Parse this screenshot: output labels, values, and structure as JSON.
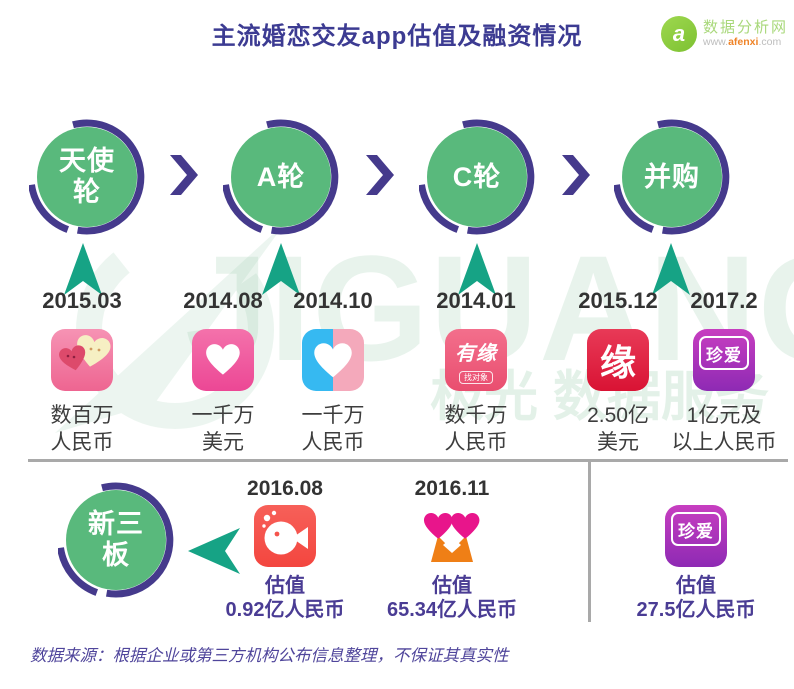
{
  "title": "主流婚恋交友app估值及融资情况",
  "logo": {
    "mark": "a",
    "brand": "数据分析网",
    "url_prefix": "www.",
    "url_name": "afenxi",
    "url_suffix": ".com"
  },
  "rounds": [
    {
      "label": "天使\n轮"
    },
    {
      "label": "A轮"
    },
    {
      "label": "C轮"
    },
    {
      "label": "并购"
    }
  ],
  "timeline": {
    "columns": [
      {
        "date": "2015.03",
        "app": "two-hearts-app",
        "amount": "数百万\n人民币"
      },
      {
        "date": "2014.08",
        "app": "pink-heart-app",
        "amount": "一千万\n美元"
      },
      {
        "date": "2014.10",
        "app": "blue-pink-heart-app",
        "amount": "一千万\n人民币"
      },
      {
        "date": "2014.01",
        "app": "youyuan",
        "icon_text": "有缘",
        "icon_badge": "找对象",
        "amount": "数千万\n人民币"
      },
      {
        "date": "2015.12",
        "app": "jiayuan",
        "icon_text": "缘",
        "amount": "2.50亿\n美元"
      },
      {
        "date": "2017.2",
        "app": "zhenai",
        "icon_text": "珍爱",
        "amount": "1亿元及\n以上人民币"
      }
    ]
  },
  "bottom": {
    "board_label": "新三\n板",
    "columns": [
      {
        "date": "2016.08",
        "app": "fish-app",
        "valuation": "估值\n0.92亿人民币"
      },
      {
        "date": "2016.11",
        "app": "baihe",
        "valuation": "估值\n65.34亿人民币"
      },
      {
        "date": "",
        "app": "zhenai",
        "icon_text": "珍爱",
        "valuation": "估值\n27.5亿人民币"
      }
    ]
  },
  "footer": {
    "source": "数据来源：根据企业或第三方机构公布信息整理，不保证其真实性"
  },
  "watermark": {
    "text": "JIGUANG",
    "subtext": "极光 数据服务"
  },
  "palette": {
    "circle_green": "#59b97c",
    "ring_purple": "#453a8c",
    "arrow_teal": "#16a385",
    "title_purple": "#3c3b92",
    "valuation_purple": "#4a3c94",
    "date_dark": "#333333",
    "divider_gray": "#a9a9a9",
    "logo_green": "#8cc840",
    "logo_orange": "#ef8327"
  }
}
